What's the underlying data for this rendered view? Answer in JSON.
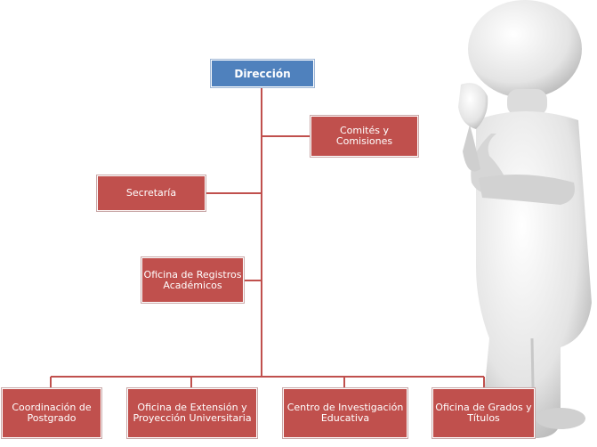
{
  "org_chart": {
    "root": "Dirección",
    "comites": "Comités y Comisiones",
    "secretaria": "Secretaría",
    "registros": "Oficina de Registros Académicos",
    "bottom": [
      "Coordinación de Postgrado",
      "Oficina de Extensión y Proyección Universitaria",
      "Centro de Investigación Educativa",
      "Oficina de Grados y Títulos"
    ]
  },
  "colors": {
    "root_box": "#4f81bd",
    "unit_box": "#c0504d",
    "connector": "#c0504d",
    "figure": "#e6e6e6"
  },
  "illustration": "thinking-3d-figure"
}
